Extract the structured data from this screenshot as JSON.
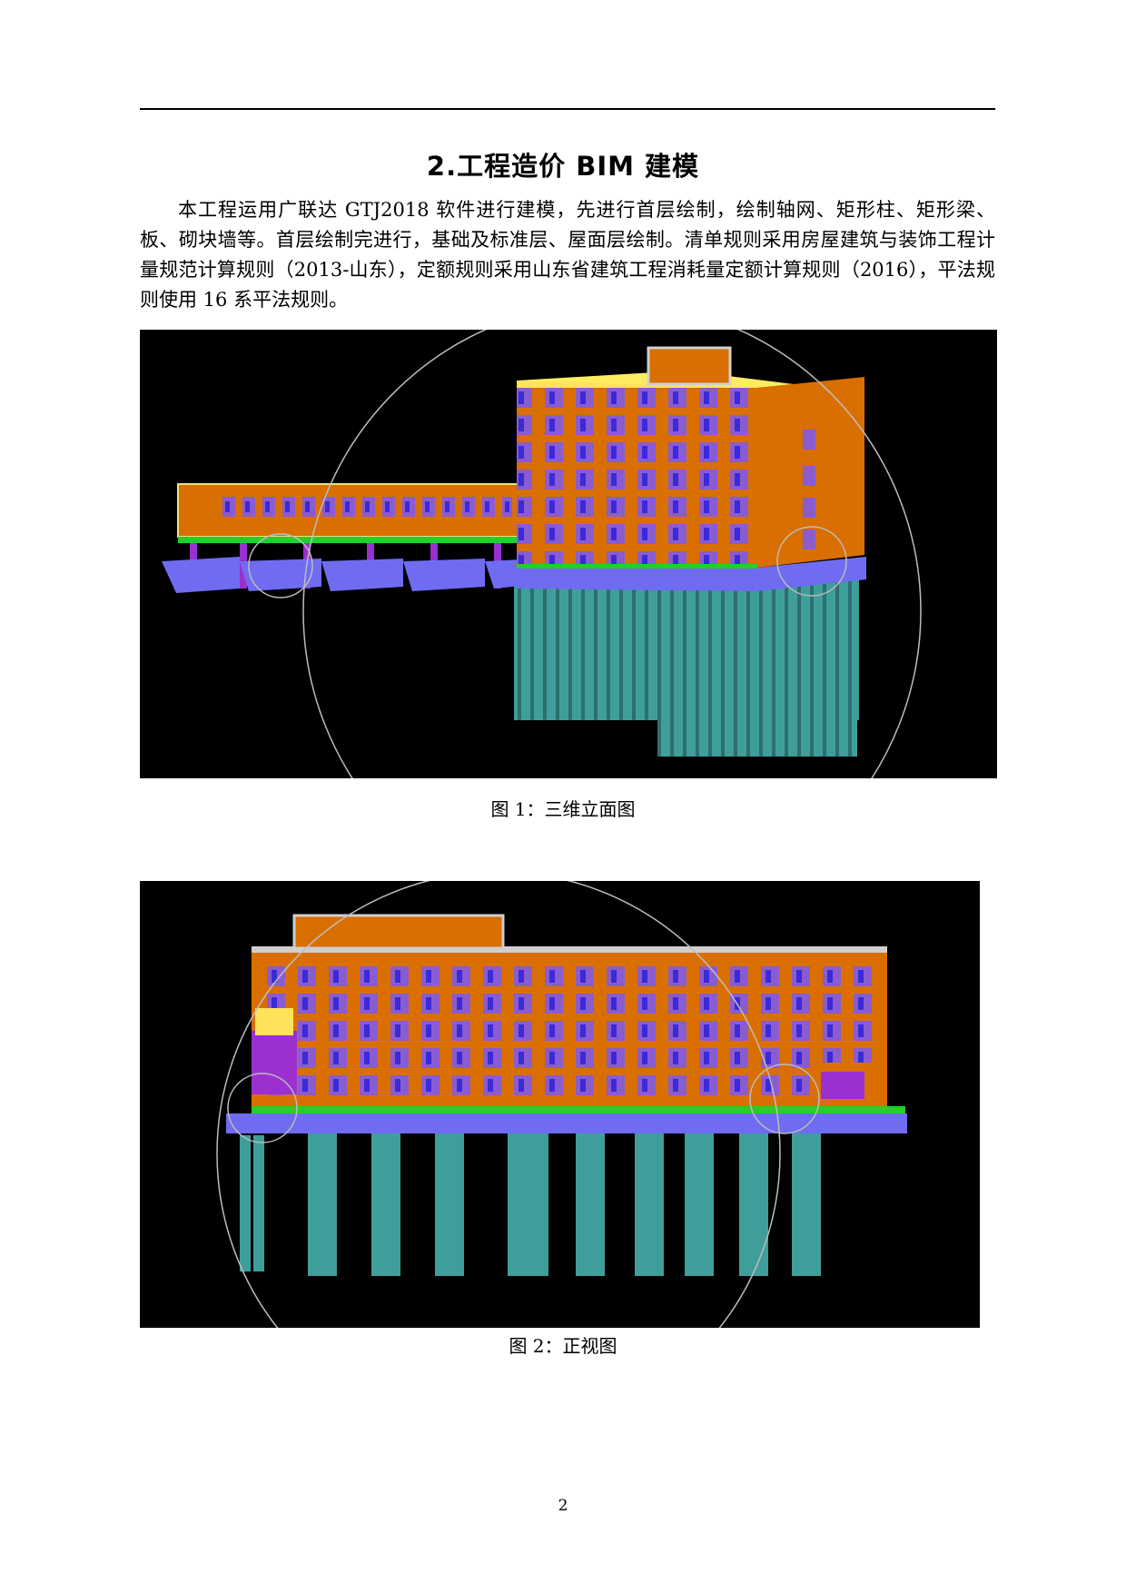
{
  "section": {
    "heading": "2.工程造价 BIM 建模",
    "paragraph": "本工程运用广联达 GTJ2018 软件进行建模，先进行首层绘制，绘制轴网、矩形柱、矩形梁、板、砌块墙等。首层绘制完进行，基础及标准层、屋面层绘制。清单规则采用房屋建筑与装饰工程计量规范计算规则（2013-山东），定额规则采用山东省建筑工程消耗量定额计算规则（2016），平法规则使用 16 系平法规则。"
  },
  "figures": [
    {
      "caption": "图 1：三维立面图"
    },
    {
      "caption": "图 2：正视图"
    }
  ],
  "colors": {
    "wall": "#d96f00",
    "window": "#8a5ccf",
    "slab": "#6f6cf2",
    "pile": "#3f9e9a",
    "beam_green": "#22d02b",
    "background": "#000000"
  },
  "page_number": "2"
}
